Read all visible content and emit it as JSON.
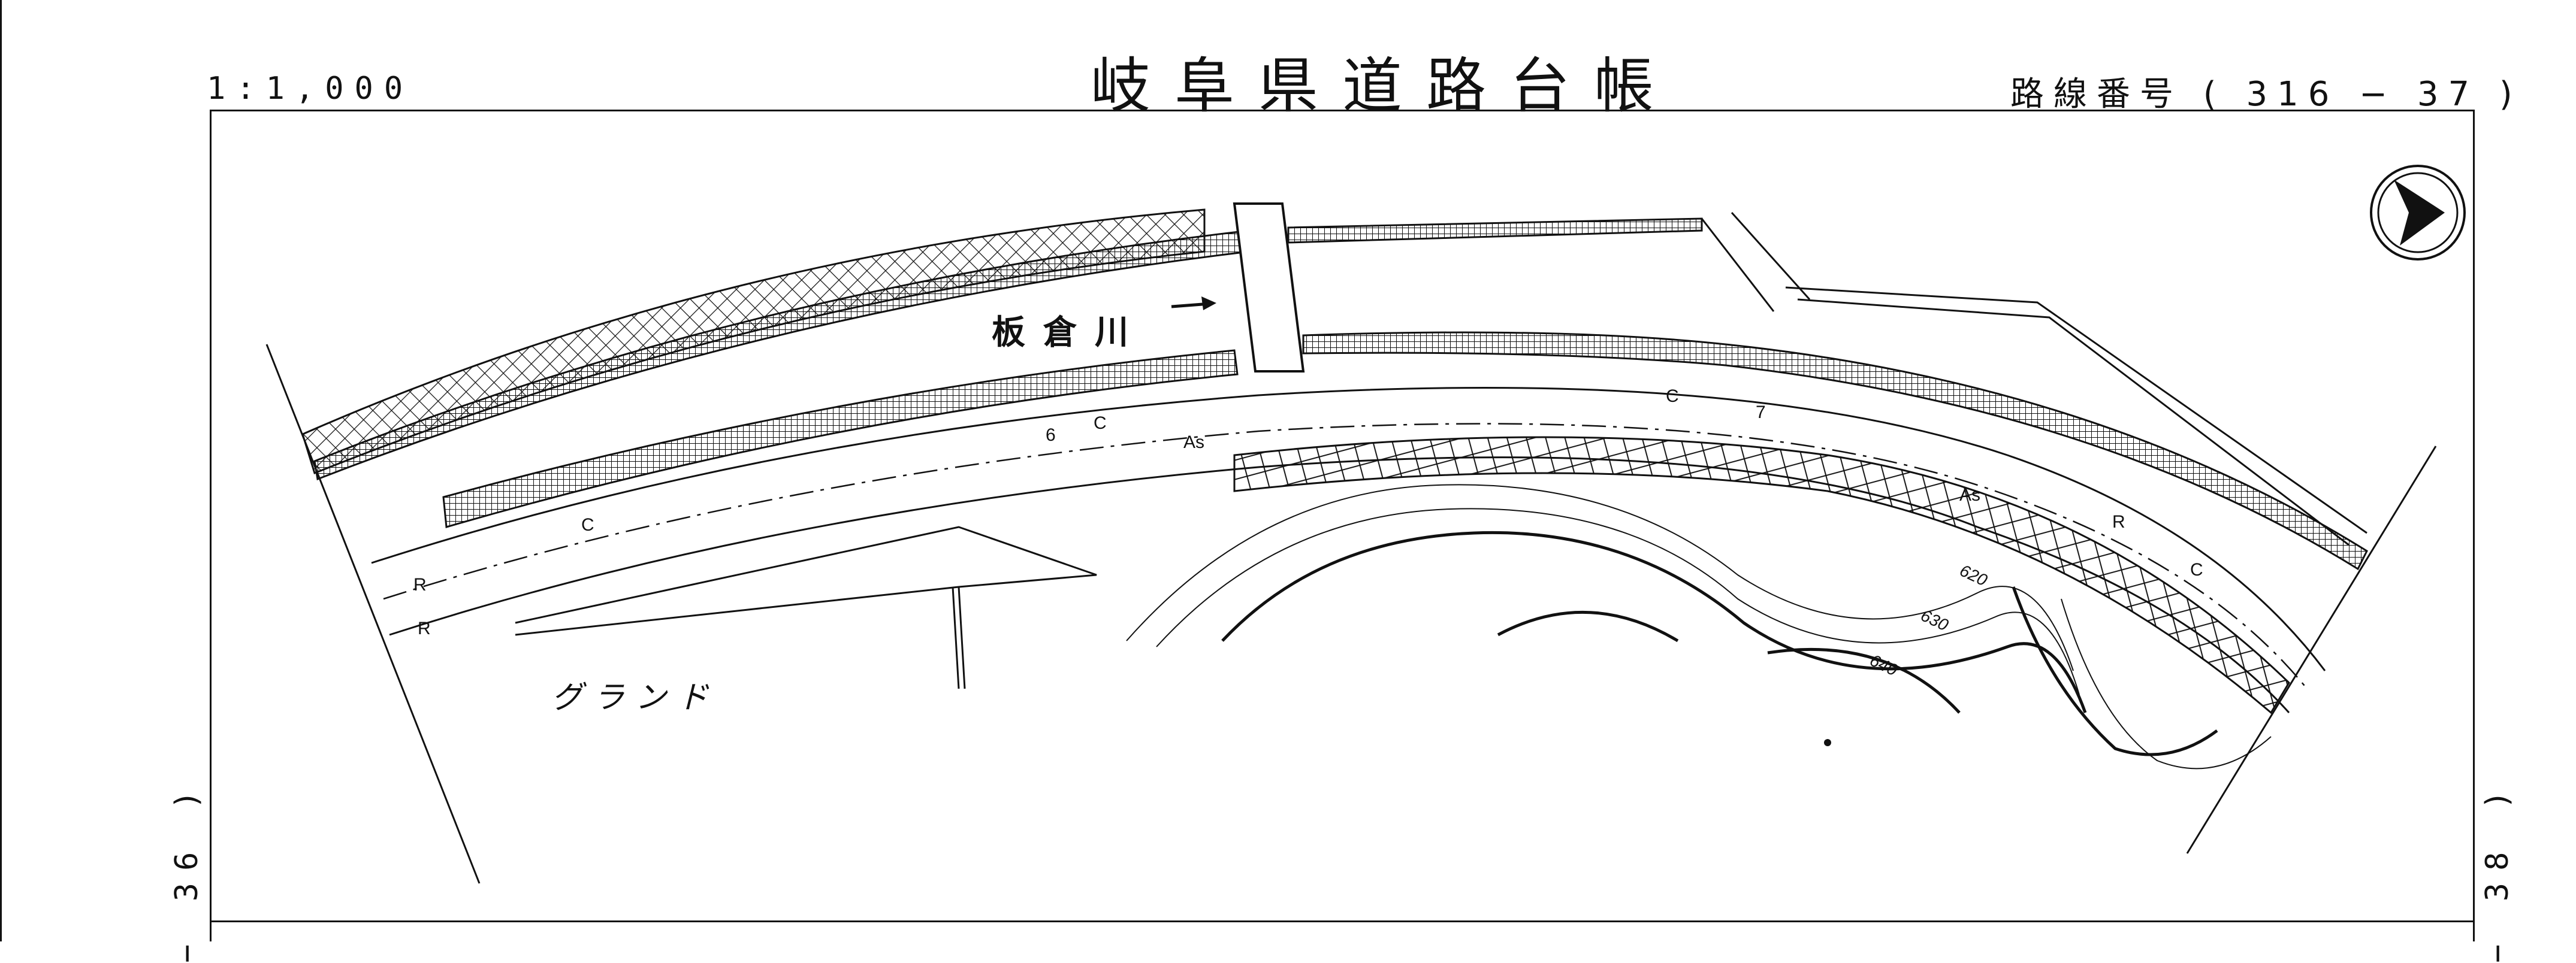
{
  "header": {
    "scale": "1:1,000",
    "title": "岐阜県道路台帳",
    "route_number": "路線番号 ( 316 − 37 )"
  },
  "sheet_refs": {
    "left": "− 36 )",
    "right": "− 38 )"
  },
  "map_labels": {
    "river": "板倉川",
    "ground": "グランド",
    "surface_as_1": "As",
    "surface_as_2": "As",
    "c_1": "C",
    "c_2": "C",
    "c_3": "C",
    "c_4": "C",
    "r_1": "R",
    "r_2": "R",
    "r_3": "R",
    "num_6": "6",
    "num_7": "7",
    "contour_620": "620",
    "contour_630": "630",
    "contour_640": "640"
  },
  "icons": {
    "north_arrow": "north-arrow-icon",
    "flow_arrow": "flow-arrow-icon"
  },
  "colors": {
    "ink": "#111111",
    "paper": "#ffffff"
  }
}
